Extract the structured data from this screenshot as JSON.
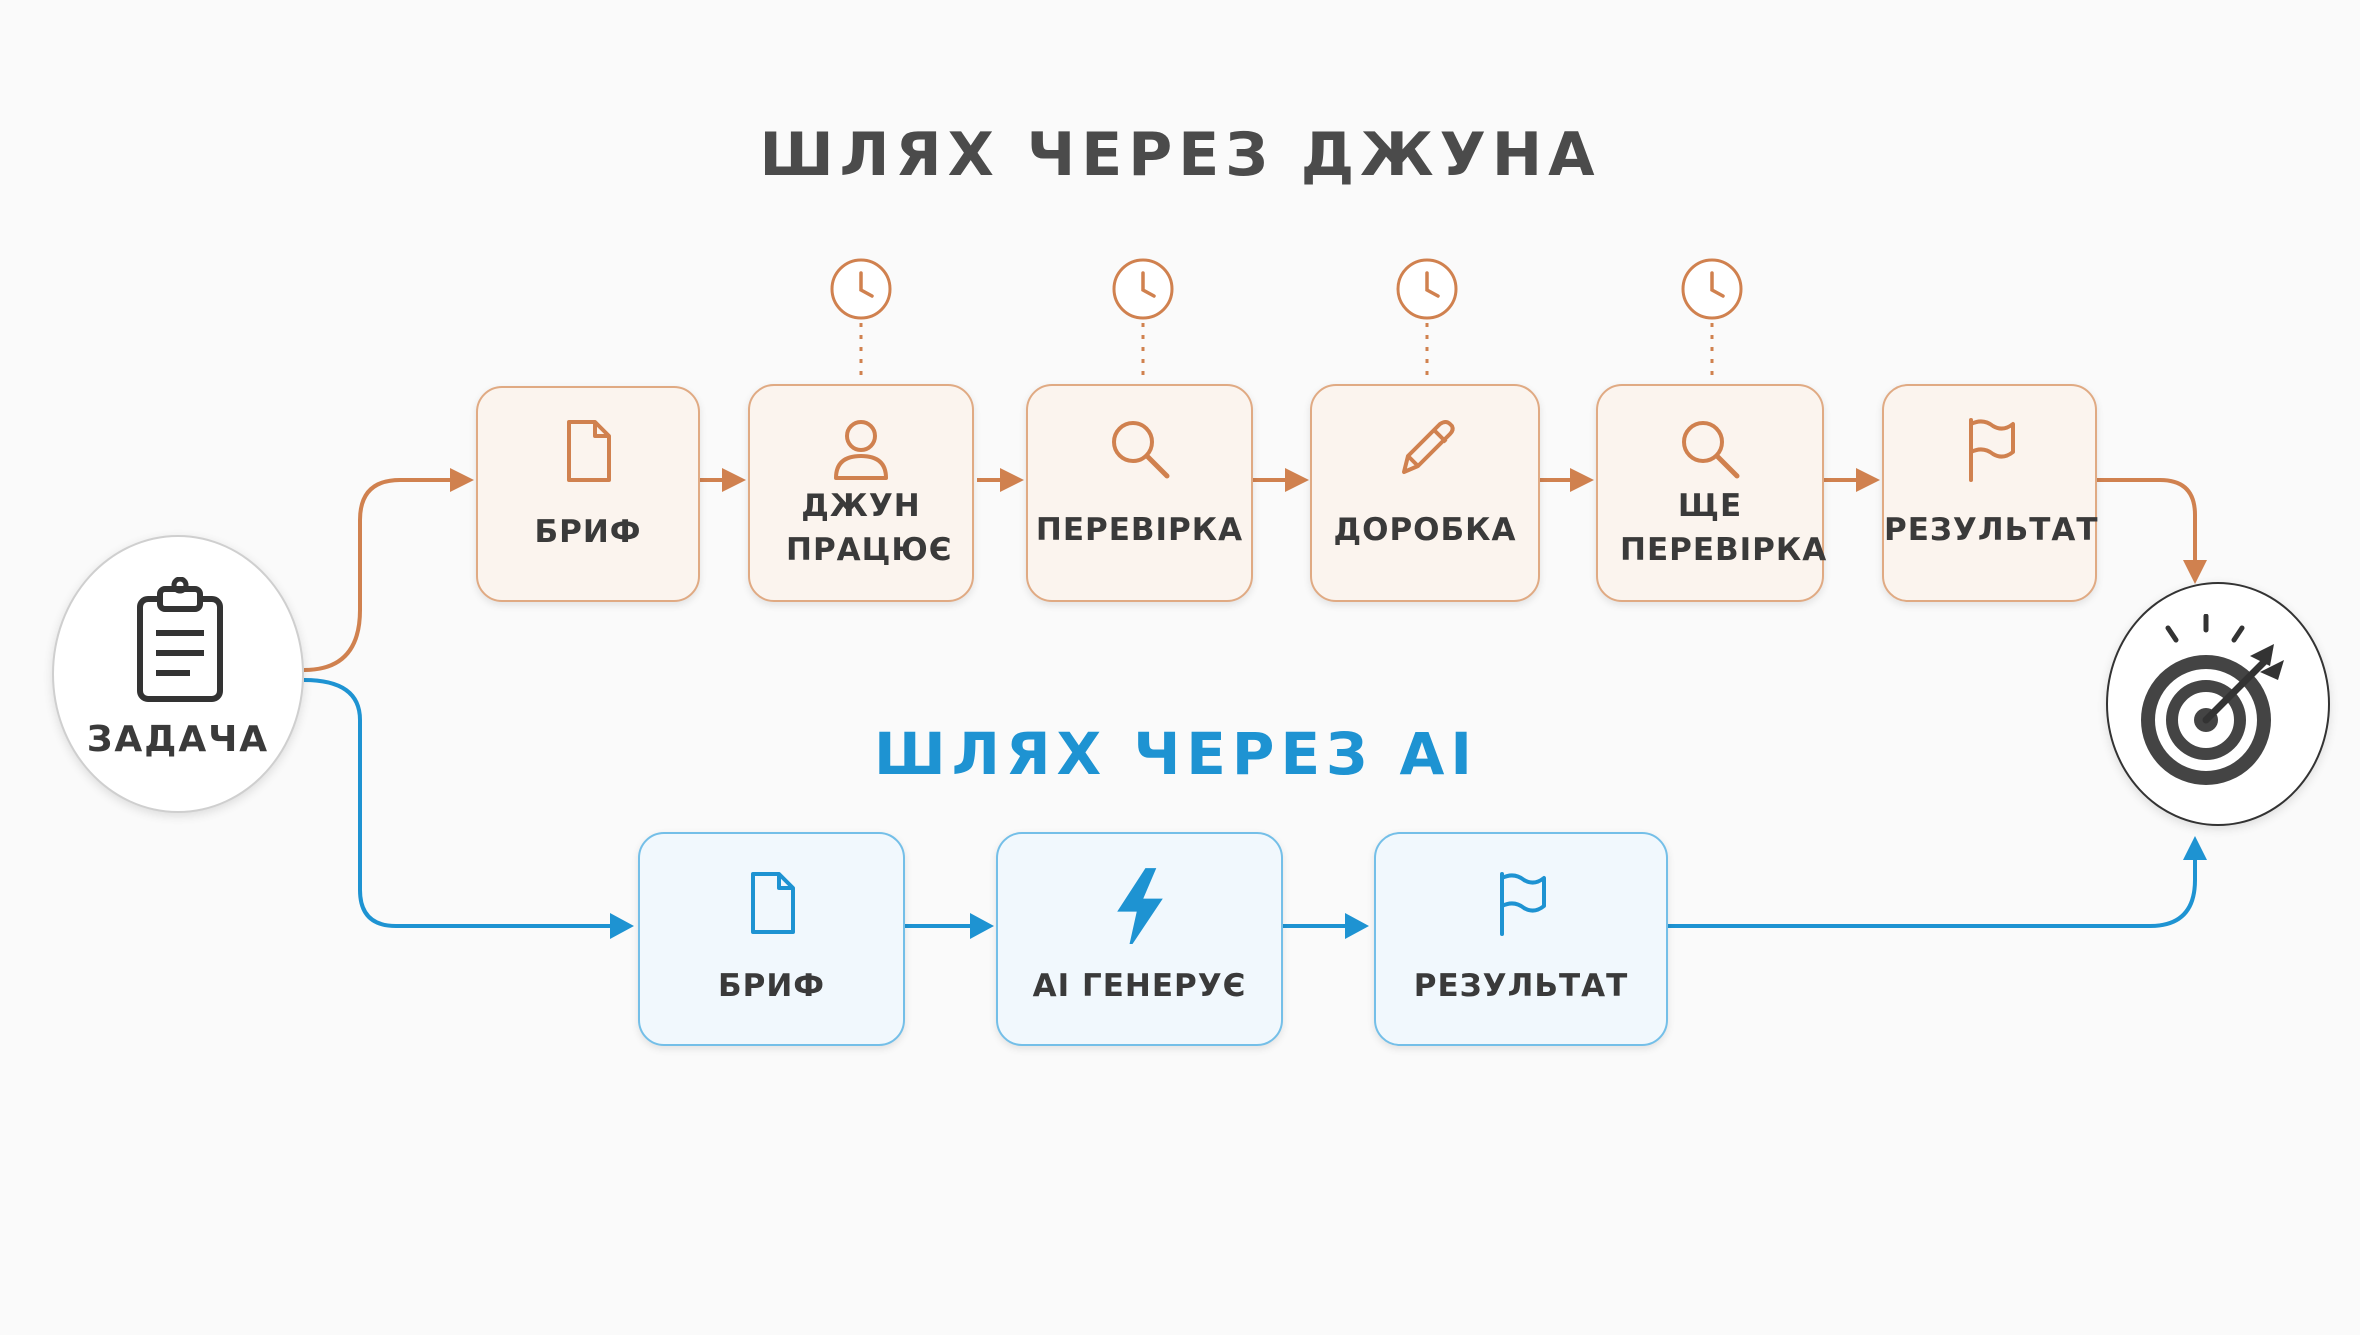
{
  "diagram": {
    "title_junior": "ШЛЯХ ЧЕРЕЗ ДЖУНА",
    "title_ai": "ШЛЯХ ЧЕРЕЗ AI",
    "start": {
      "label": "ЗАДАЧА",
      "icon": "clipboard-icon"
    },
    "end": {
      "icon": "target-icon"
    },
    "junior_steps": [
      {
        "label": "БРИФ",
        "icon": "document-icon"
      },
      {
        "label": "ДЖУН ПРАЦЮЄ",
        "icon": "user-icon",
        "clock": true
      },
      {
        "label": "ПЕРЕВІРКА",
        "icon": "search-icon",
        "clock": true
      },
      {
        "label": "ДОРОБКА",
        "icon": "pencil-icon",
        "clock": true
      },
      {
        "label": "ЩЕ ПЕРЕВІРКА",
        "icon": "search-icon",
        "clock": true
      },
      {
        "label": "РЕЗУЛЬТАТ",
        "icon": "flag-icon"
      }
    ],
    "ai_steps": [
      {
        "label": "БРИФ",
        "icon": "document-icon"
      },
      {
        "label": "AI ГЕНЕРУЄ",
        "icon": "lightning-icon"
      },
      {
        "label": "РЕЗУЛЬТАТ",
        "icon": "flag-icon"
      }
    ],
    "colors": {
      "junior": "#d0814f",
      "ai": "#1e93d2",
      "text": "#3a3a3a"
    }
  }
}
